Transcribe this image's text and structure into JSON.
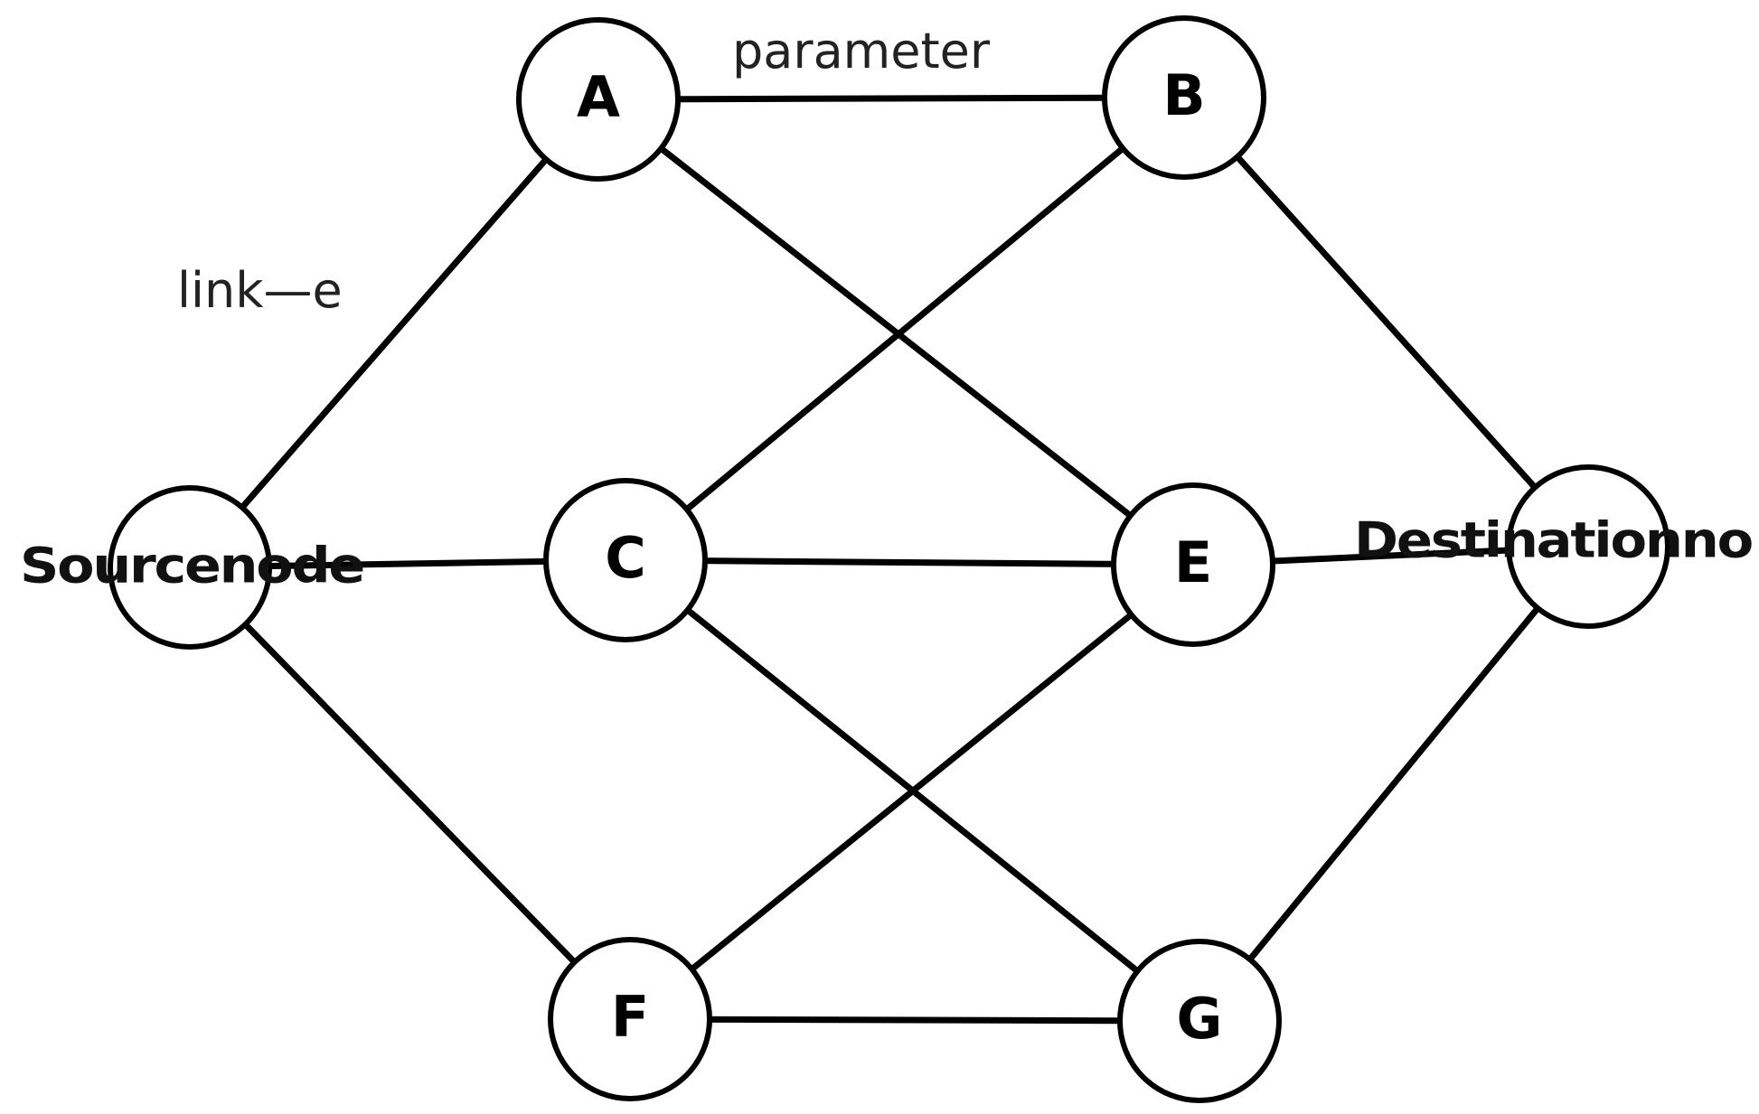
{
  "diagram": {
    "nodes": [
      {
        "id": "source",
        "label": "Sourcenode"
      },
      {
        "id": "A",
        "label": "A"
      },
      {
        "id": "B",
        "label": "B"
      },
      {
        "id": "C",
        "label": "C"
      },
      {
        "id": "E",
        "label": "E"
      },
      {
        "id": "F",
        "label": "F"
      },
      {
        "id": "G",
        "label": "G"
      },
      {
        "id": "dest",
        "label": "Destinationno"
      }
    ],
    "edges": [
      {
        "from": "source",
        "to": "A"
      },
      {
        "from": "source",
        "to": "C"
      },
      {
        "from": "source",
        "to": "F"
      },
      {
        "from": "A",
        "to": "B"
      },
      {
        "from": "A",
        "to": "E"
      },
      {
        "from": "B",
        "to": "C"
      },
      {
        "from": "B",
        "to": "dest"
      },
      {
        "from": "C",
        "to": "E"
      },
      {
        "from": "C",
        "to": "G"
      },
      {
        "from": "E",
        "to": "F"
      },
      {
        "from": "E",
        "to": "dest"
      },
      {
        "from": "F",
        "to": "G"
      },
      {
        "from": "G",
        "to": "dest"
      }
    ],
    "annotations": {
      "edge_label": "parameter",
      "link_label": "link—e"
    }
  }
}
